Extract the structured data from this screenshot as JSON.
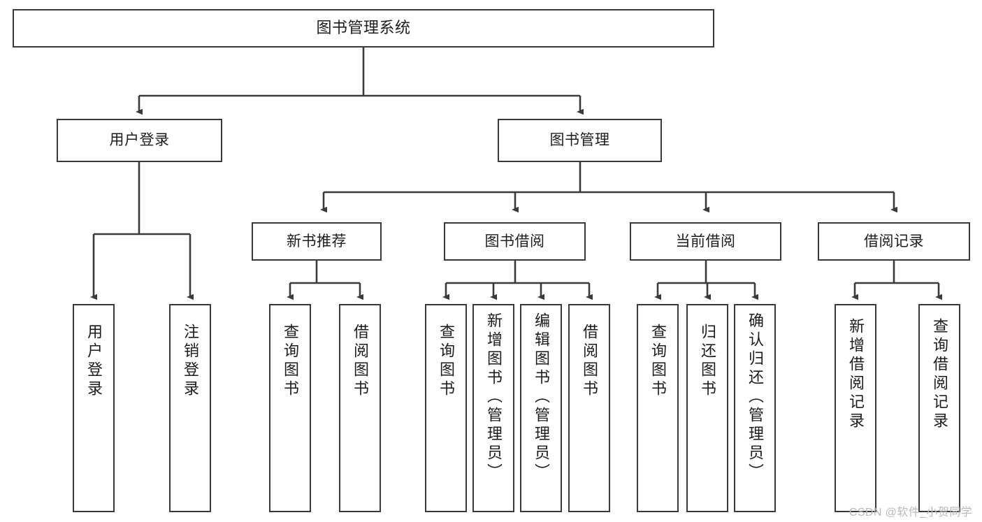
{
  "diagram": {
    "title": "图书管理系统",
    "type": "tree-hierarchy-diagram",
    "colors": {
      "box_border": "#3a3a3a",
      "box_fill": "#ffffff",
      "edge": "#3a3a3a",
      "text": "#1c1c1c",
      "watermark": "#b9b9b9",
      "background": "#ffffff"
    },
    "nodes": {
      "root": {
        "label": "图书管理系统"
      },
      "level2": [
        {
          "id": "user-login",
          "label": "用户登录"
        },
        {
          "id": "book-management",
          "label": "图书管理"
        }
      ],
      "level3": [
        {
          "id": "new-book-recommend",
          "label": "新书推荐"
        },
        {
          "id": "book-borrow",
          "label": "图书借阅"
        },
        {
          "id": "current-borrow",
          "label": "当前借阅"
        },
        {
          "id": "borrow-record",
          "label": "借阅记录"
        }
      ],
      "leaves": {
        "user-login": [
          {
            "id": "leaf-user-login",
            "label": "用户登录"
          },
          {
            "id": "leaf-user-logout",
            "label": "注销登录"
          }
        ],
        "new-book-recommend": [
          {
            "id": "leaf-query-book-1",
            "label": "查询图书"
          },
          {
            "id": "leaf-borrow-book-1",
            "label": "借阅图书"
          }
        ],
        "book-borrow": [
          {
            "id": "leaf-query-book-2",
            "label": "查询图书"
          },
          {
            "id": "leaf-add-book",
            "label": "新增图书（管理员）"
          },
          {
            "id": "leaf-edit-book",
            "label": "编辑图书（管理员）"
          },
          {
            "id": "leaf-borrow-book-2",
            "label": "借阅图书"
          }
        ],
        "current-borrow": [
          {
            "id": "leaf-query-book-3",
            "label": "查询图书"
          },
          {
            "id": "leaf-return-book",
            "label": "归还图书"
          },
          {
            "id": "leaf-confirm-return",
            "label": "确认归还（管理员）"
          }
        ],
        "borrow-record": [
          {
            "id": "leaf-add-record",
            "label": "新增借阅记录"
          },
          {
            "id": "leaf-query-record",
            "label": "查询借阅记录"
          }
        ]
      }
    },
    "watermark": "CSDN @软件_小贺同学"
  }
}
